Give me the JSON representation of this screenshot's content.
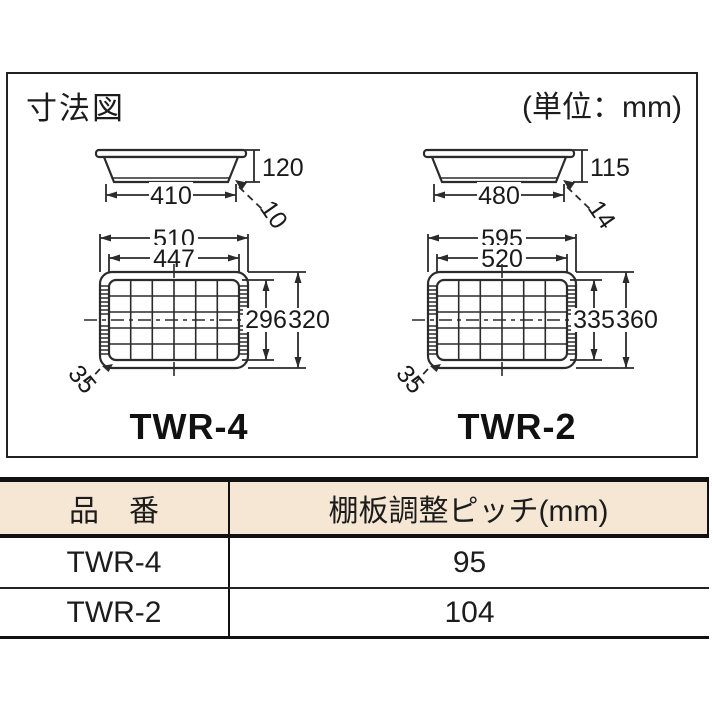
{
  "panel": {
    "title": "寸法図",
    "unit_note": "(単位：mm)"
  },
  "drawings": [
    {
      "label": "TWR-4",
      "side": {
        "height": "120",
        "width": "410",
        "lip": "10"
      },
      "top": {
        "outer_width": "510",
        "inner_width": "447",
        "inner_height": "296",
        "outer_height": "320",
        "corner": "35"
      }
    },
    {
      "label": "TWR-2",
      "side": {
        "height": "115",
        "width": "480",
        "lip": "14"
      },
      "top": {
        "outer_width": "595",
        "inner_width": "520",
        "inner_height": "335",
        "outer_height": "360",
        "corner": "35"
      }
    }
  ],
  "spec_table": {
    "columns": [
      "品　番",
      "棚板調整ピッチ(mm)"
    ],
    "rows": [
      [
        "TWR-4",
        "95"
      ],
      [
        "TWR-2",
        "104"
      ]
    ],
    "header_bg": "#f6e7d4",
    "line_color": "#111111"
  }
}
